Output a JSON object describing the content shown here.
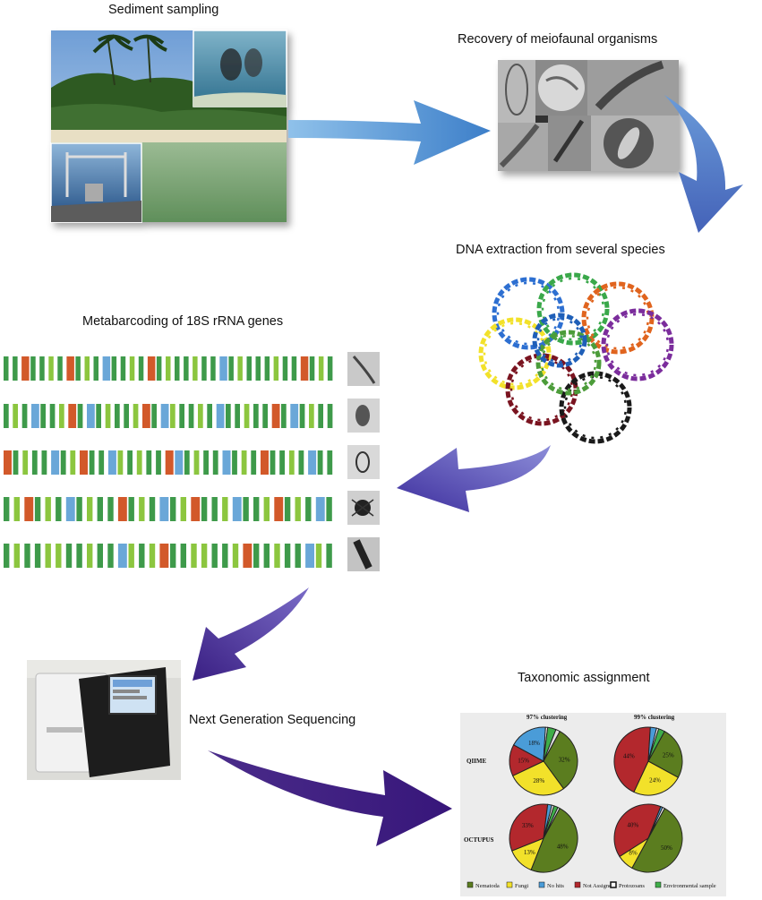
{
  "labels": {
    "sediment_sampling": "Sediment sampling",
    "recovery": "Recovery of meiofaunal organisms",
    "dna_extraction": "DNA extraction from several species",
    "metabarcoding": "Metabarcoding of 18S rRNA genes",
    "ngs": "Next Generation Sequencing",
    "taxonomic": "Taxonomic assignment"
  },
  "barcode_palette": {
    "green": "#3e9a4a",
    "light_green": "#8cc63f",
    "orange": "#d2592a",
    "blue": "#6aa7d8"
  },
  "barcode_rows": [
    "GGOGGLGOGLGBGGLGOGLGGLGGBGLGGGLGGOGLG",
    "GLGBGGLOGBGLGGLOGBLGGLGBGGLGGOGBGLGG",
    "OGLGGBGLOGGBLGLGGOBGLGGBGLGOGGLGBGG",
    "GLOGLGBGLGGOGLGBGLOGGLBGGLOGLGBG",
    "GLGGLLGGLGGBLGLOGGLLGGLOGGLGGBLG"
  ],
  "pie_panel": {
    "col_titles": [
      "97% clustering",
      "99% clustering"
    ],
    "row_labels": [
      "QIIME",
      "OCTUPUS"
    ],
    "legend": [
      {
        "label": "Nematoda",
        "color": "#5b7d1f"
      },
      {
        "label": "Fungi",
        "color": "#f2e12a"
      },
      {
        "label": "No hits",
        "color": "#4a9cd8"
      },
      {
        "label": "Not Assigned",
        "color": "#b3282d"
      },
      {
        "label": "Protozoans",
        "color": "#ffffff"
      },
      {
        "label": "Environmental sample",
        "color": "#3fae49"
      }
    ],
    "pies": [
      {
        "slices": [
          {
            "c": "#5b7d1f",
            "v": 32
          },
          {
            "c": "#f2e12a",
            "v": 28
          },
          {
            "c": "#b3282d",
            "v": 15
          },
          {
            "c": "#4a9cd8",
            "v": 18
          },
          {
            "c": "#ffffff",
            "v": 1
          },
          {
            "c": "#3fae49",
            "v": 4
          },
          {
            "c": "#e0e0e0",
            "v": 2
          }
        ],
        "labels": [
          "32%",
          "28%",
          "15%",
          "18%",
          "1%",
          "2%",
          "1%"
        ]
      },
      {
        "slices": [
          {
            "c": "#5b7d1f",
            "v": 25
          },
          {
            "c": "#f2e12a",
            "v": 24
          },
          {
            "c": "#b3282d",
            "v": 44
          },
          {
            "c": "#4a9cd8",
            "v": 3
          },
          {
            "c": "#ffffff",
            "v": 1
          },
          {
            "c": "#3fae49",
            "v": 3
          }
        ],
        "labels": [
          "25%",
          "24%",
          "44%"
        ]
      },
      {
        "slices": [
          {
            "c": "#5b7d1f",
            "v": 48
          },
          {
            "c": "#f2e12a",
            "v": 13
          },
          {
            "c": "#b3282d",
            "v": 33
          },
          {
            "c": "#4a9cd8",
            "v": 2
          },
          {
            "c": "#ffffff",
            "v": 1
          },
          {
            "c": "#3fae49",
            "v": 2
          },
          {
            "c": "#e0e0e0",
            "v": 1
          }
        ],
        "labels": [
          "48%",
          "13%",
          "33%",
          "1%",
          "1%",
          "2%"
        ]
      },
      {
        "slices": [
          {
            "c": "#5b7d1f",
            "v": 50
          },
          {
            "c": "#f2e12a",
            "v": 8
          },
          {
            "c": "#b3282d",
            "v": 40
          },
          {
            "c": "#4a9cd8",
            "v": 1
          },
          {
            "c": "#ffffff",
            "v": 1
          }
        ],
        "labels": [
          "50%",
          "8%",
          "40%",
          "1%",
          "1%"
        ]
      }
    ]
  },
  "ring_colors": [
    "#2d6fd1",
    "#3aa84a",
    "#e0641e",
    "#f2e12a",
    "#7b2d9c",
    "#7a1420",
    "#1a1a1a",
    "#4c9c3a",
    "#1f5fb8"
  ]
}
